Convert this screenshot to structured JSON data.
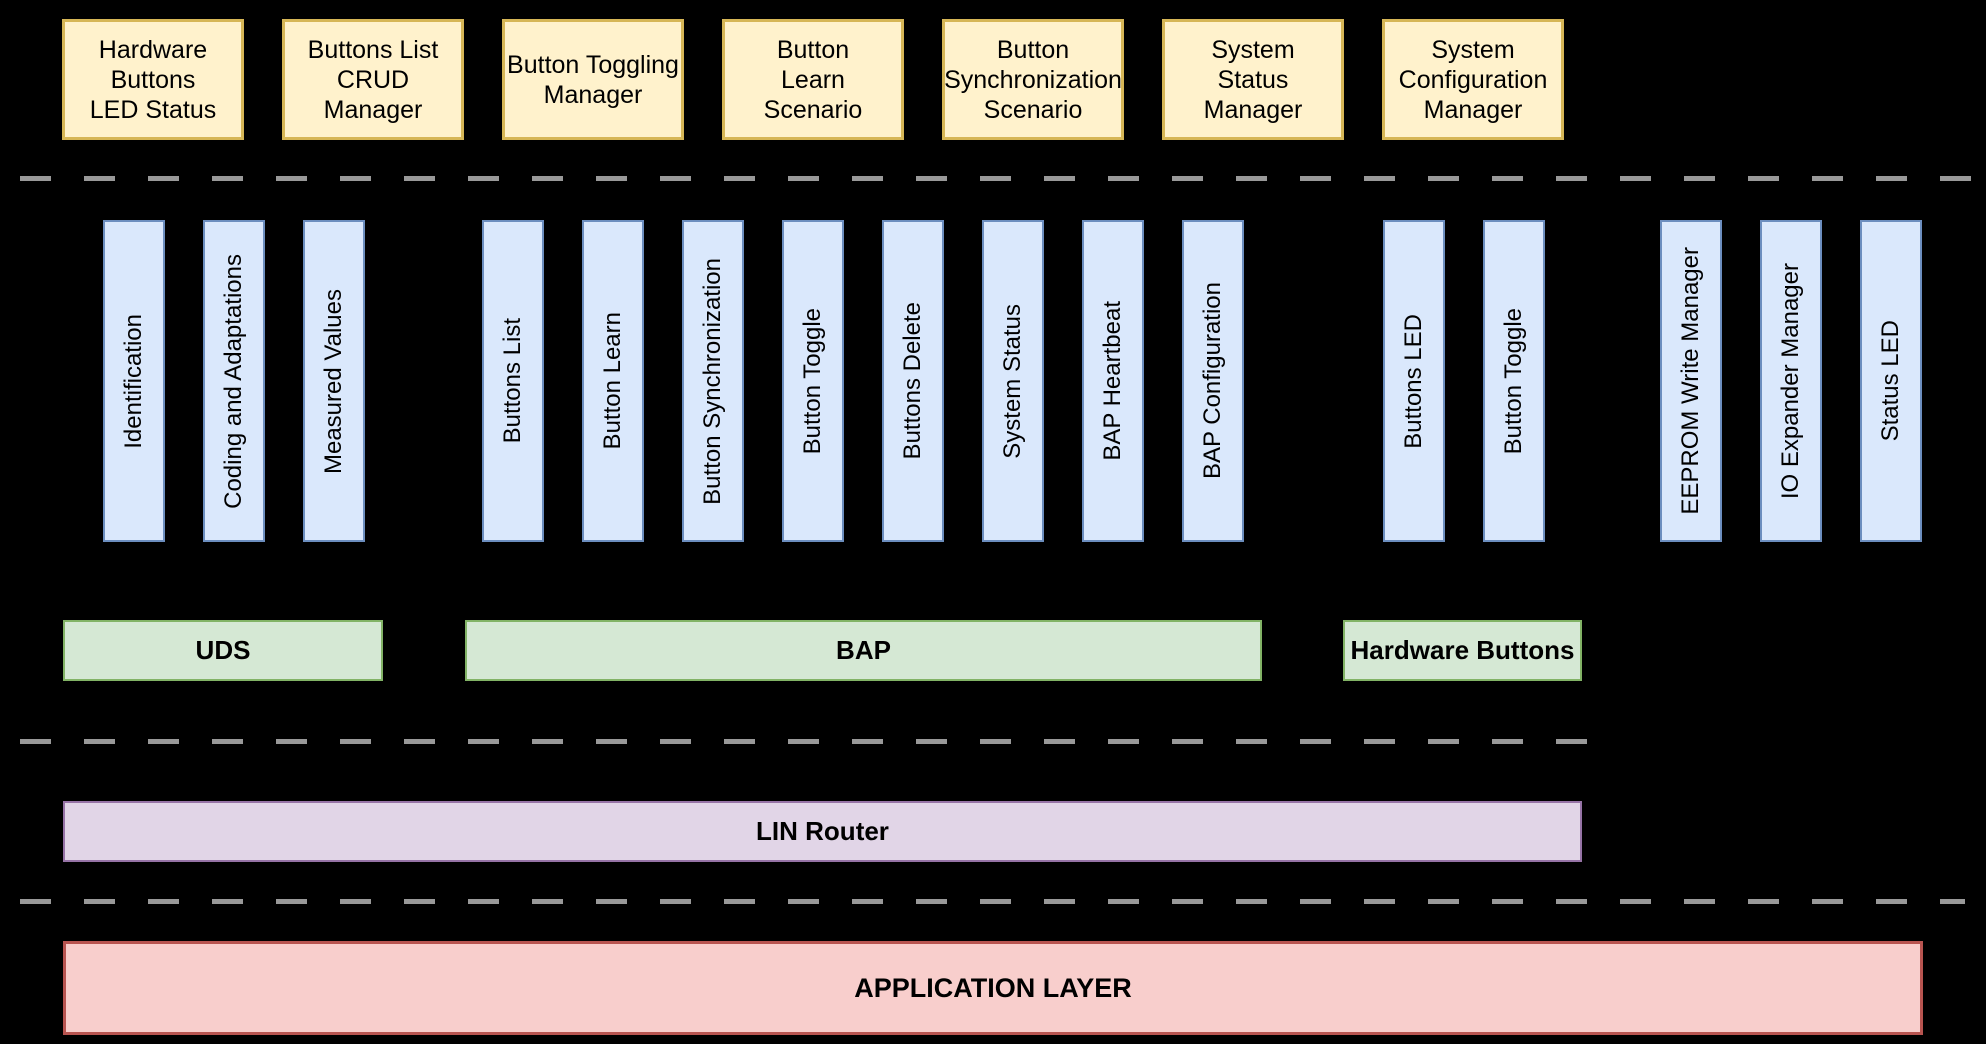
{
  "colors": {
    "background": "#000000",
    "text": "#000000",
    "dash": "#999999",
    "manager_fill": "#FFF2CC",
    "manager_border": "#D6B656",
    "signal_fill": "#DAE8FC",
    "signal_border": "#6C8EBF",
    "protocol_fill": "#D5E8D4",
    "protocol_border": "#82B366",
    "router_fill": "#E1D5E7",
    "router_border": "#9673A6",
    "app_fill": "#F8CECC",
    "app_border": "#B85450"
  },
  "top_managers": [
    "Hardware\nButtons\nLED Status",
    "Buttons List\nCRUD Manager",
    "Button Toggling\nManager",
    "Button\nLearn\nScenario",
    "Button\nSynchronization\nScenario",
    "System\nStatus\nManager",
    "System\nConfiguration\nManager"
  ],
  "uds_signals": [
    "Identification",
    "Coding and Adaptations",
    "Measured Values"
  ],
  "bap_signals": [
    "Buttons List",
    "Button Learn",
    "Button Synchronization",
    "Button Toggle",
    "Buttons Delete",
    "System Status",
    "BAP Heartbeat",
    "BAP Configuration"
  ],
  "hw_signals": [
    "Buttons LED",
    "Button Toggle"
  ],
  "app_modules": [
    "EEPROM Write Manager",
    "IO Expander Manager",
    "Status LED"
  ],
  "protocols": {
    "uds": "UDS",
    "bap": "BAP",
    "hardware_buttons": "Hardware Buttons"
  },
  "router_label": "LIN Router",
  "application_layer_label": "APPLICATION LAYER"
}
